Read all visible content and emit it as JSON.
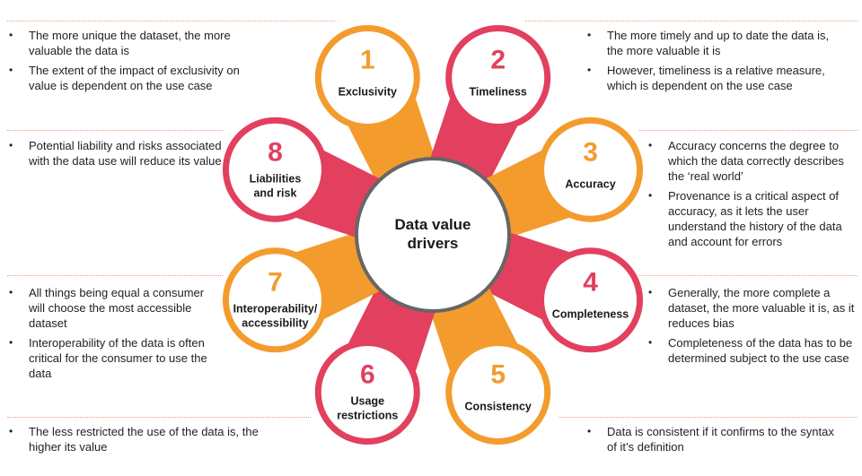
{
  "colors": {
    "orange": "#F39C2D",
    "pink": "#E2405E",
    "gray_ring": "#666666",
    "divider": "#E9A27A"
  },
  "center": {
    "line1": "Data value",
    "line2": "drivers"
  },
  "drivers": [
    {
      "number": "1",
      "label_lines": [
        "Exclusivity"
      ],
      "color": "orange",
      "bullets": [
        "The more unique the dataset, the more valuable the data is",
        "The extent of the impact of exclusivity on value is dependent on the use case"
      ]
    },
    {
      "number": "2",
      "label_lines": [
        "Timeliness"
      ],
      "color": "pink",
      "bullets": [
        "The more timely and up to date the data is, the more valuable it is",
        "However, timeliness is a relative measure, which is dependent on the use case"
      ]
    },
    {
      "number": "3",
      "label_lines": [
        "Accuracy"
      ],
      "color": "orange",
      "bullets": [
        "Accuracy concerns the degree to which the data correctly describes the ‘real world’",
        "Provenance is a critical aspect of accuracy, as it lets the user understand the history of the data and account for errors"
      ]
    },
    {
      "number": "4",
      "label_lines": [
        "Completeness"
      ],
      "color": "pink",
      "bullets": [
        "Generally, the more complete a dataset, the more valuable it is, as it reduces bias",
        "Completeness of the data has to be determined subject to the use case"
      ]
    },
    {
      "number": "5",
      "label_lines": [
        "Consistency"
      ],
      "color": "orange",
      "bullets": [
        "Data is consistent if it confirms to the syntax of it’s definition"
      ]
    },
    {
      "number": "6",
      "label_lines": [
        "Usage",
        "restrictions"
      ],
      "color": "pink",
      "bullets": [
        "The less restricted the use of the data is, the higher its value"
      ]
    },
    {
      "number": "7",
      "label_lines": [
        "Interoperability/",
        "accessibility"
      ],
      "color": "orange",
      "bullets": [
        "All things being equal a consumer will choose the most accessible dataset",
        "Interoperability of the data is often critical for the consumer to use the data"
      ]
    },
    {
      "number": "8",
      "label_lines": [
        "Liabilities",
        "and risk"
      ],
      "color": "pink",
      "bullets": [
        "Potential liability and risks associated with the data use will reduce its value"
      ]
    }
  ]
}
